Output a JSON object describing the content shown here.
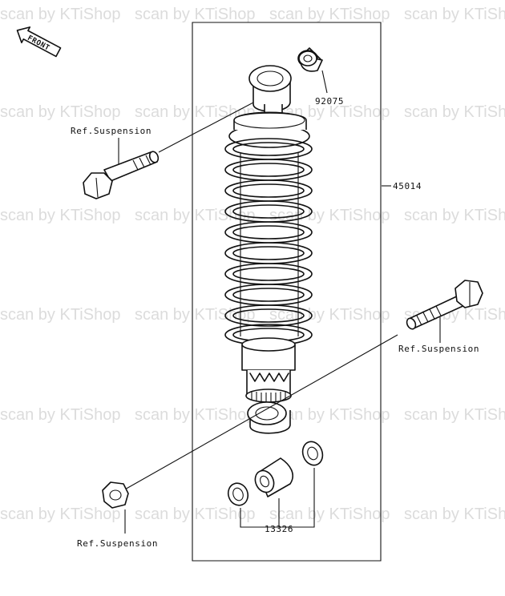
{
  "watermark": "scan by KTiShop",
  "front_label": "FRONT",
  "labels": {
    "part_92075": "92075",
    "part_45014": "45014",
    "part_13326": "13326",
    "ref_top_left": "Ref.Suspension",
    "ref_right": "Ref.Suspension",
    "ref_bottom_left": "Ref.Suspension"
  }
}
